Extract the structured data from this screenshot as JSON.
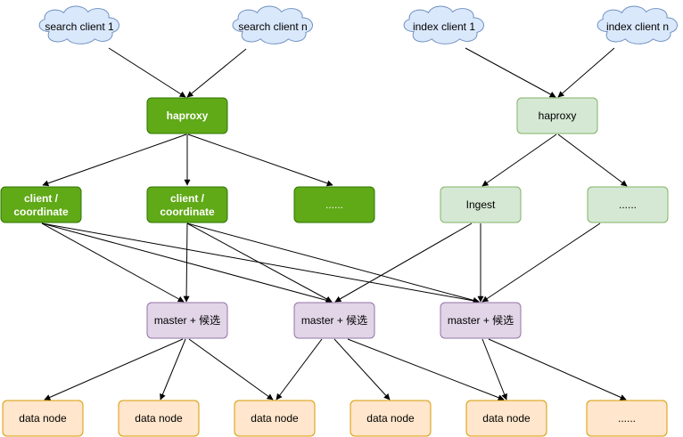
{
  "clouds": {
    "search_1": "search client 1",
    "search_n": "search client n",
    "index_1": "index client 1",
    "index_n": "index client n"
  },
  "proxies": {
    "search": "haproxy",
    "index": "haproxy"
  },
  "coordinators": {
    "c1_line1": "client /",
    "c1_line2": "coordinate",
    "c2_line1": "client /",
    "c2_line2": "coordinate",
    "more": "......"
  },
  "ingest": {
    "node": "Ingest",
    "more": "......"
  },
  "masters": {
    "m1": "master + 候选",
    "m2": "master + 候选",
    "m3": "master + 候选"
  },
  "data_nodes": {
    "d1": "data node",
    "d2": "data node",
    "d3": "data node",
    "d4": "data node",
    "d5": "data node",
    "more": "......"
  },
  "colors": {
    "green_dark_fill": "#60a917",
    "green_dark_stroke": "#2d7600",
    "green_light_fill": "#d5e8d4",
    "green_light_stroke": "#82b366",
    "purple_fill": "#e1d5e7",
    "purple_stroke": "#9673a6",
    "orange_fill": "#ffe6cc",
    "orange_stroke": "#d79b00",
    "cloud_fill": "#dae8fc",
    "cloud_stroke": "#6c8ebf"
  }
}
